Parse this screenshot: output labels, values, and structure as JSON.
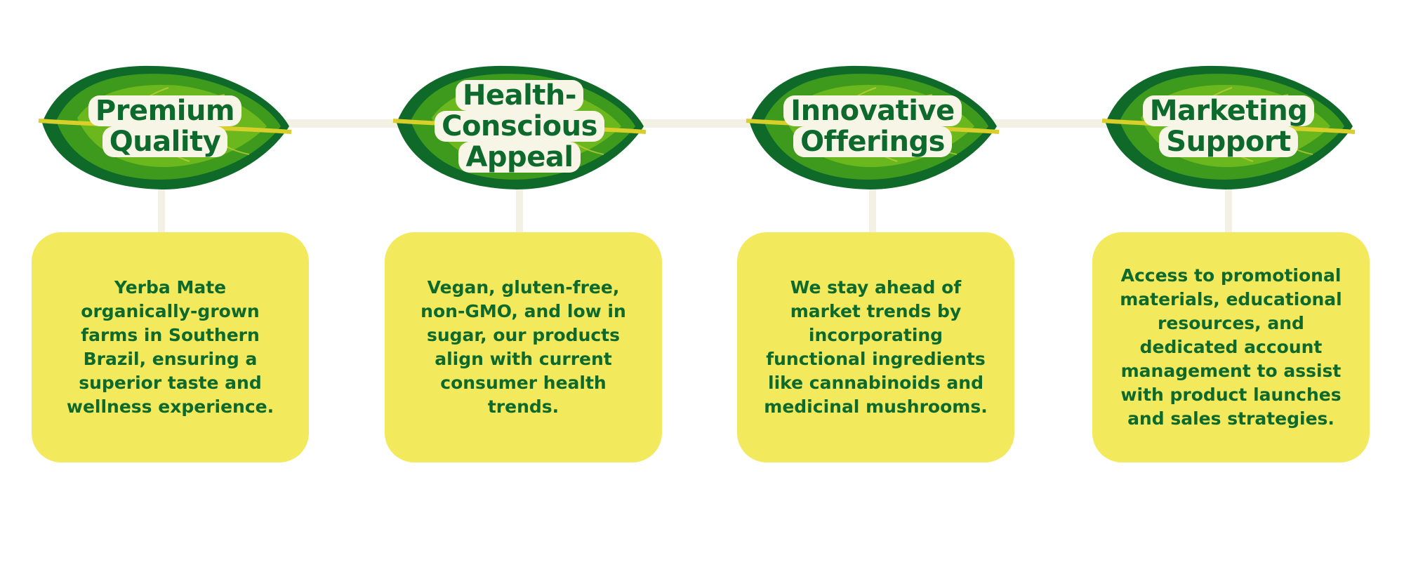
{
  "colors": {
    "card": "#f2e95c",
    "text": "#0d6a2c",
    "connector": "#f3f1e4",
    "label_bg": "#f7f5e6"
  },
  "steps": [
    {
      "title_lines": [
        "Premium",
        "Quality"
      ],
      "body": "Yerba Mate organically-grown farms in Southern Brazil, ensuring a superior taste and wellness experience."
    },
    {
      "title_lines": [
        "Health-",
        "Conscious",
        "Appeal"
      ],
      "body": "Vegan, gluten-free, non-GMO, and low in sugar, our products align with current consumer health trends."
    },
    {
      "title_lines": [
        "Innovative",
        "Offerings"
      ],
      "body": "We stay ahead of market trends by incorporating functional ingredients like cannabinoids and medicinal mushrooms."
    },
    {
      "title_lines": [
        "Marketing",
        "Support"
      ],
      "body": "Access to promotional materials, educational resources, and dedicated account management to assist with product launches and sales strategies."
    }
  ]
}
